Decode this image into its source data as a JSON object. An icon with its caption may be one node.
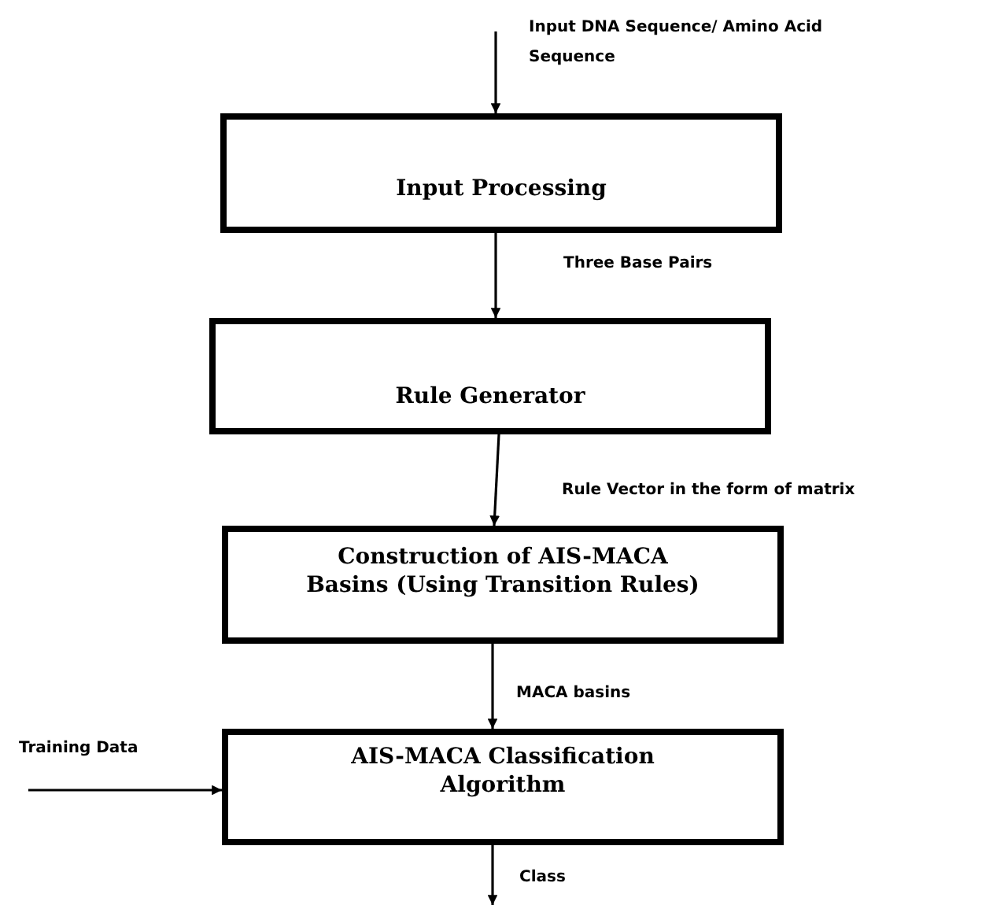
{
  "diagram": {
    "nodes": [
      {
        "text": [
          "Input Processing"
        ]
      },
      {
        "text": [
          "Rule Generator"
        ]
      },
      {
        "text": [
          "Construction of AIS-MACA Basins (Using Transition Rules)"
        ]
      },
      {
        "text": [
          "AIS-MACA Classification Algorithm"
        ]
      }
    ],
    "edges": [
      {
        "from": null,
        "to": 0,
        "arrow": "to",
        "label": "Input DNA Sequence/ Amino Acid Sequence"
      },
      {
        "from": 0,
        "to": 1,
        "arrow": "to",
        "label": "Three Base Pairs"
      },
      {
        "from": 1,
        "to": 2,
        "arrow": "to",
        "label": "Rule Vector in the form of matrix"
      },
      {
        "from": 2,
        "to": 3,
        "arrow": "to",
        "label": "MACA basins"
      },
      {
        "from": null,
        "to": 3,
        "arrow": "to",
        "label": "Training Data"
      },
      {
        "from": 3,
        "to": null,
        "arrow": "to",
        "label": "Class"
      }
    ]
  }
}
